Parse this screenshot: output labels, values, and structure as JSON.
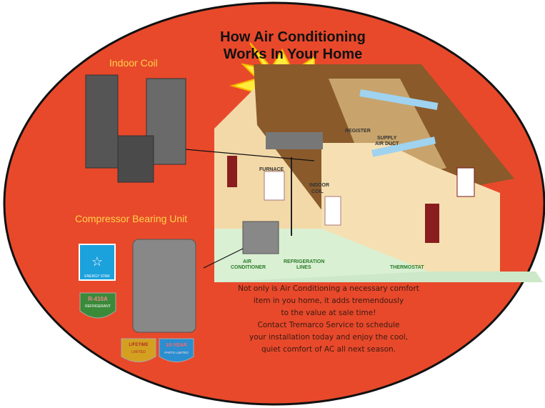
{
  "title": {
    "line1": "How Air Conditioning",
    "line2": "Works In Your Home"
  },
  "labels": {
    "indoor_coil": "Indoor Coil",
    "compressor": "Compressor Bearing Unit"
  },
  "diagram_labels": {
    "register": "REGISTER",
    "supply_air_duct_1": "SUPPLY",
    "supply_air_duct_2": "AIR DUCT",
    "furnace": "FURNACE",
    "indoor_coil_1": "INDOOR",
    "indoor_coil_2": "COIL",
    "air_conditioner_1": "AIR",
    "air_conditioner_2": "CONDITIONER",
    "refrigeration_1": "REFRIGERATION",
    "refrigeration_2": "LINES",
    "thermostat": "THERMOSTAT"
  },
  "badges": {
    "energy_star": "ENERGY STAR",
    "r410a_1": "R-410A",
    "r410a_2": "REFRIGERANT",
    "lifetime_1": "LIFETIME",
    "lifetime_2": "LIMITED",
    "tenyear_1": "10-YEAR",
    "tenyear_2": "PARTS LIMITED"
  },
  "body": [
    "Not only is Air Conditioning a necessary comfort",
    "item in you home, it adds tremendously",
    "to the value at sale time!",
    "Contact Tremarco Service to schedule",
    "your installation today and enjoy the cool,",
    "quiet comfort of AC all next season."
  ],
  "colors": {
    "background": "#e8492b",
    "label_yellow": "#ffd24a"
  }
}
